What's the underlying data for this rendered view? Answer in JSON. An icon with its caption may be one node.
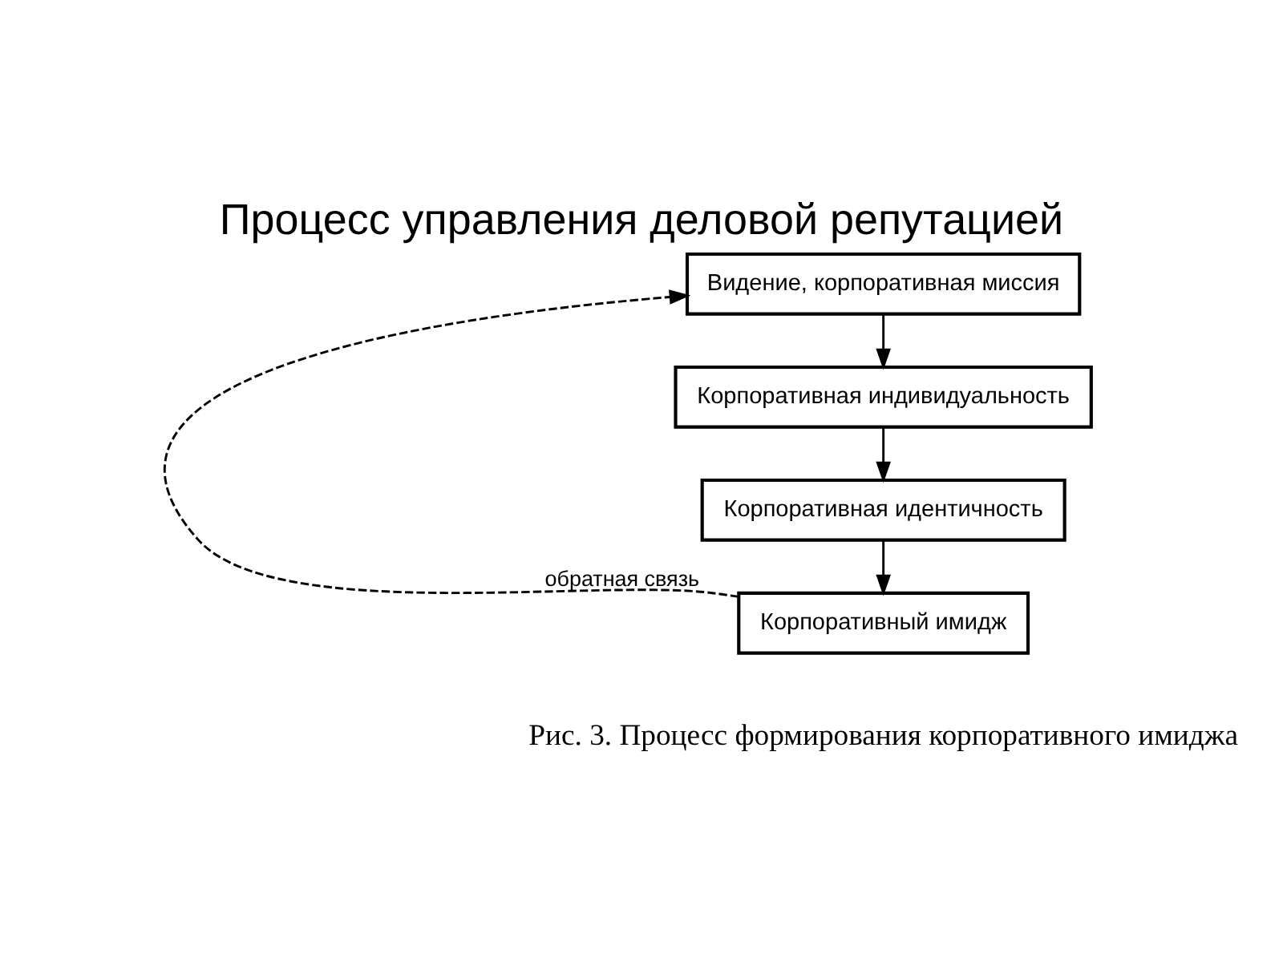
{
  "diagram": {
    "title": "Процесс управления деловой репутацией",
    "caption": "Рис. 3. Процесс формирования корпоративного имиджа",
    "nodes": [
      {
        "text": [
          "Видение, корпоративная миссия"
        ]
      },
      {
        "text": [
          "Корпоративная индивидуальность"
        ]
      },
      {
        "text": [
          "Корпоративная идентичность"
        ]
      },
      {
        "text": [
          "Корпоративный имидж"
        ]
      }
    ],
    "edges": [
      {
        "from": 0,
        "to": 1,
        "arrow": "to"
      },
      {
        "from": 1,
        "to": 2,
        "arrow": "to"
      },
      {
        "from": 2,
        "to": 3,
        "arrow": "to"
      },
      {
        "from": 3,
        "to": 0,
        "arrow": "to",
        "style": "dashed",
        "label": "обратная связь"
      }
    ]
  }
}
